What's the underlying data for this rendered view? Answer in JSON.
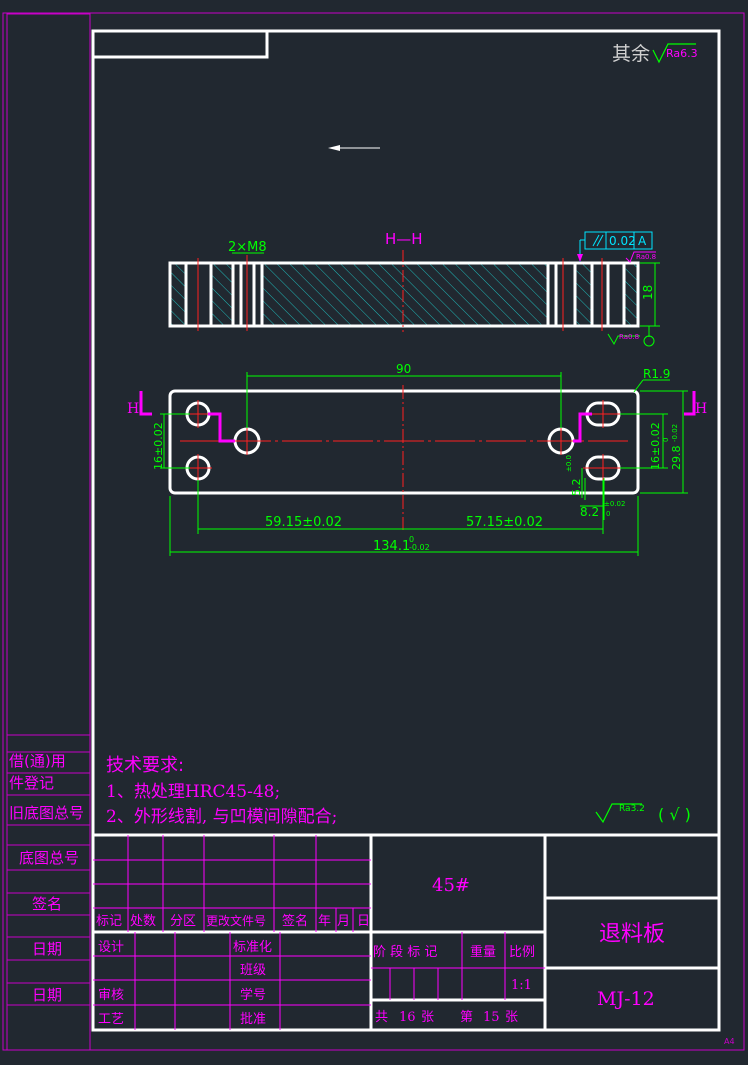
{
  "roughness": {
    "other_label": "其余",
    "ra_general": "Ra6.3",
    "ra_small": "Ra0.8",
    "ra_small2": "Ra0.8",
    "ra_note": "Ra3.2",
    "check_mark": "( √ )"
  },
  "tolerance": {
    "parallel_value": "0.02",
    "datum": "A"
  },
  "section": {
    "title": "H—H",
    "thread_label": "2×M8",
    "thickness": "18"
  },
  "plan": {
    "length_90": "90",
    "radius": "R1.9",
    "cut_mark": "H",
    "dim_16_left": "16±0.02",
    "dim_16_right": "16±0.02",
    "dim_29_8": "29.8",
    "dim_29_8_tol": "-0.02",
    "dim_29_8_upper": "0",
    "dim_5_2": "5.2",
    "dim_5_2_tol": "±0.0",
    "dim_8_2": "8.2",
    "dim_8_2_tol": "±0.02",
    "dim_0": "0",
    "dim_59": "59.15±0.02",
    "dim_57": "57.15±0.02",
    "dim_134": "134.1",
    "dim_134_upper": "0",
    "dim_134_lower": "-0.02"
  },
  "notes": {
    "heading": "技术要求:",
    "line1": "1、热处理HRC45-48;",
    "line2": "2、外形线割, 与凹模间隙配合;"
  },
  "side_labels": [
    "借(通)用",
    "件登记",
    "旧底图总号",
    "底图总号",
    "签名",
    "日期",
    "日期"
  ],
  "title_block": {
    "material": "45#",
    "part_name": "退料板",
    "drawing_no": "MJ-12",
    "rev_headers": [
      "标记",
      "处数",
      "分区",
      "更改文件号",
      "签名",
      "年",
      "月",
      "日"
    ],
    "design": "设计",
    "standard": "标准化",
    "class": "班级",
    "review": "审核",
    "student_no": "学号",
    "process": "工艺",
    "approve": "批准",
    "stage_label": "阶 段 标 记",
    "weight_label": "重量",
    "scale_label": "比例",
    "scale": "1:1",
    "total_label": "共",
    "total": "16",
    "sheet_unit": "张",
    "sheet_label": "第",
    "sheet": "15",
    "sheet_unit2": "张"
  },
  "sheet_size": "A4",
  "colors": {
    "bg": "#212830",
    "frame": "#ffffff",
    "magenta": "#ff00ff",
    "green": "#00ff00",
    "red": "#ff2020",
    "cyan": "#00e5ff",
    "hatch": "#1fb5b5"
  }
}
